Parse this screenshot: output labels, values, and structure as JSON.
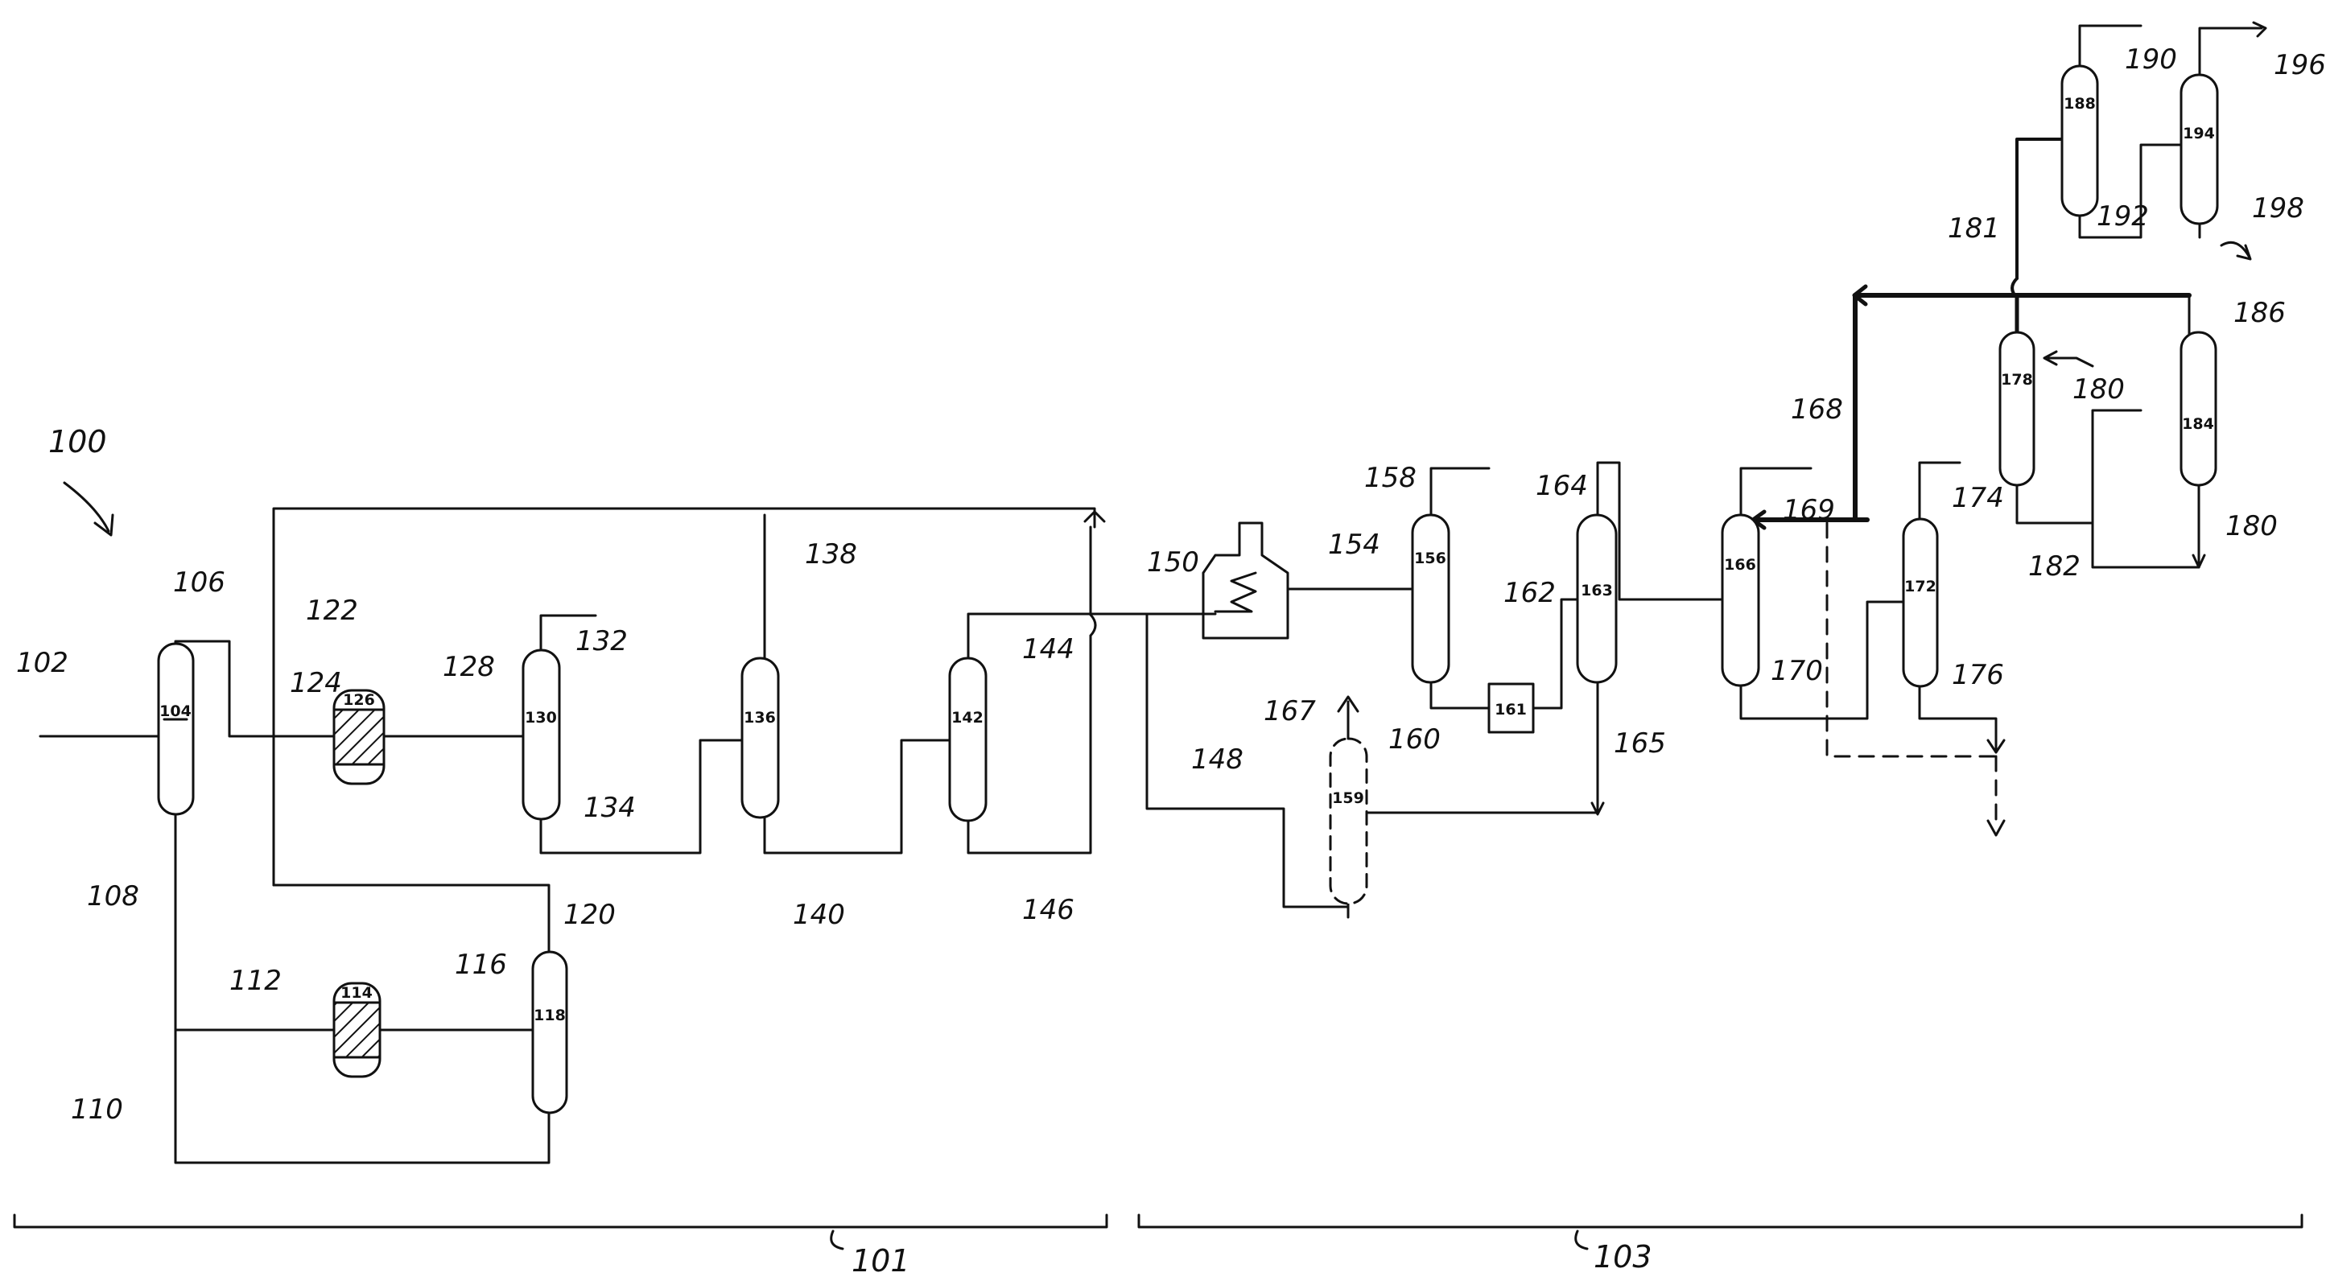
{
  "figure": {
    "system_label": "100",
    "sections": [
      {
        "id": "section-101",
        "label": "101"
      },
      {
        "id": "section-103",
        "label": "103"
      }
    ]
  },
  "vessels": [
    {
      "id": "104",
      "kind": "column"
    },
    {
      "id": "114",
      "kind": "reactor"
    },
    {
      "id": "118",
      "kind": "column"
    },
    {
      "id": "126",
      "kind": "reactor"
    },
    {
      "id": "130",
      "kind": "column"
    },
    {
      "id": "136",
      "kind": "column"
    },
    {
      "id": "142",
      "kind": "column"
    },
    {
      "id": "152",
      "kind": "furnace"
    },
    {
      "id": "156",
      "kind": "column"
    },
    {
      "id": "159",
      "kind": "column"
    },
    {
      "id": "161",
      "kind": "box"
    },
    {
      "id": "163",
      "kind": "column"
    },
    {
      "id": "166",
      "kind": "column"
    },
    {
      "id": "172",
      "kind": "column"
    },
    {
      "id": "178",
      "kind": "column"
    },
    {
      "id": "184",
      "kind": "column"
    },
    {
      "id": "188",
      "kind": "column"
    },
    {
      "id": "194",
      "kind": "column"
    }
  ],
  "stream_labels": [
    "102",
    "106",
    "108",
    "110",
    "112",
    "116",
    "120",
    "122",
    "124",
    "128",
    "132",
    "134",
    "138",
    "140",
    "144",
    "146",
    "148",
    "150",
    "154",
    "158",
    "160",
    "162",
    "164",
    "165",
    "167",
    "168",
    "169",
    "170",
    "174",
    "176",
    "180",
    "180",
    "181",
    "182",
    "186",
    "190",
    "192",
    "196",
    "198"
  ]
}
